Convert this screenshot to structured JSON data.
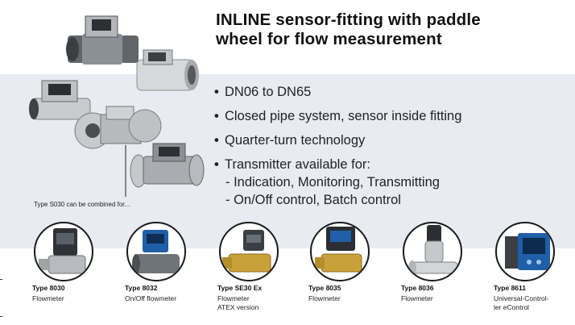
{
  "title_line1": "INLINE sensor-fitting with paddle",
  "title_line2": "wheel for flow measurement",
  "bullets": [
    "DN06 to DN65",
    "Closed pipe system, sensor inside fitting",
    "Quarter-turn technology",
    "Transmitter available for:"
  ],
  "sub_items": [
    "- Indication, Monitoring, Transmitting",
    "- On/Off control, Batch control"
  ],
  "combine_note": "Type S030 can be combined for...",
  "products": [
    {
      "type": "Type 8030",
      "line1": "Flowmeter",
      "line2": ""
    },
    {
      "type": "Type 8032",
      "line1": "On/Off flowmeter",
      "line2": ""
    },
    {
      "type": "Type SE30 Ex",
      "line1": "Flowmeter",
      "line2": "ATEX version"
    },
    {
      "type": "Type 8035",
      "line1": "Flowmeter",
      "line2": ""
    },
    {
      "type": "Type 8036",
      "line1": "Flowmeter",
      "line2": ""
    },
    {
      "type": "Type 8611",
      "line1": "Universal-Control-",
      "line2": "ler eControl"
    }
  ],
  "colors": {
    "band": "#e9ebf3",
    "steel": "#b9bcc0",
    "pvc_grey": "#6e747a",
    "transmitter_blue": "#1f5fa8",
    "brass": "#c9a13a"
  },
  "icons": [
    "fitting-pvc",
    "fitting-steel",
    "fitting-flange",
    "fitting-clamp",
    "fitting-welded"
  ]
}
